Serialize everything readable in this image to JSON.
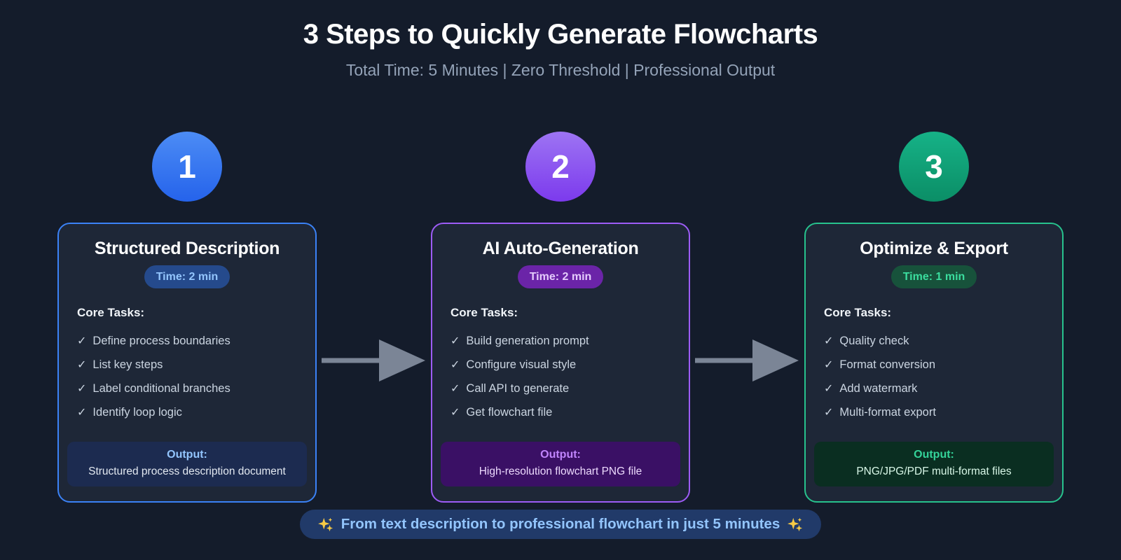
{
  "header": {
    "title": "3 Steps to Quickly Generate Flowcharts",
    "subtitle": "Total Time: 5 Minutes | Zero Threshold | Professional Output"
  },
  "steps": [
    {
      "number": "1",
      "title": "Structured Description",
      "time_badge": "Time: 2 min",
      "core_tasks_label": "Core Tasks:",
      "tasks": [
        "Define process boundaries",
        "List key steps",
        "Label conditional branches",
        "Identify loop logic"
      ],
      "output_label": "Output:",
      "output_value": "Structured process description document",
      "colors": {
        "accent": "#3b82f6",
        "circle_top": "#4c8cf5",
        "circle_bottom": "#2563eb",
        "badge_bg": "#254a8c",
        "badge_text": "#93c5fd",
        "output_bg": "#1c2b50",
        "output_label": "#93c5fd",
        "output_text": "#e2e8f0"
      }
    },
    {
      "number": "2",
      "title": "AI Auto-Generation",
      "time_badge": "Time: 2 min",
      "core_tasks_label": "Core Tasks:",
      "tasks": [
        "Build generation prompt",
        "Configure visual style",
        "Call API to generate",
        "Get flowchart file"
      ],
      "output_label": "Output:",
      "output_value": "High-resolution flowchart PNG file",
      "colors": {
        "accent": "#9d5cf6",
        "circle_top": "#9d74f3",
        "circle_bottom": "#7c3aed",
        "badge_bg": "#6b24a8",
        "badge_text": "#e5ccfc",
        "output_bg": "#3a1065",
        "output_label": "#c084fc",
        "output_text": "#ecd9fd"
      }
    },
    {
      "number": "3",
      "title": "Optimize & Export",
      "time_badge": "Time: 1 min",
      "core_tasks_label": "Core Tasks:",
      "tasks": [
        "Quality check",
        "Format conversion",
        "Add watermark",
        "Multi-format export"
      ],
      "output_label": "Output:",
      "output_value": "PNG/JPG/PDF multi-format files",
      "colors": {
        "accent": "#27c28d",
        "circle_top": "#16b287",
        "circle_bottom": "#0b8e66",
        "badge_bg": "#17523b",
        "badge_text": "#3bdd9e",
        "output_bg": "#0a2e21",
        "output_label": "#34d399",
        "output_text": "#d8f7e7"
      }
    }
  ],
  "icons": {
    "check": "✓",
    "arrow": "right-arrow",
    "sparkle": "sparkles"
  },
  "banner": {
    "text": "From text description to professional flowchart in just 5 minutes"
  },
  "theme": {
    "background": "#141c2b",
    "card_background": "#1e2737",
    "title_color": "#ffffff",
    "subtitle_color": "#94a3b8",
    "task_text_color": "#cbd5e1",
    "arrow_color": "#7b8596",
    "banner_bg": "#213a69",
    "banner_text_color": "#93c5fd",
    "sparkle_color": "#f6c945"
  }
}
